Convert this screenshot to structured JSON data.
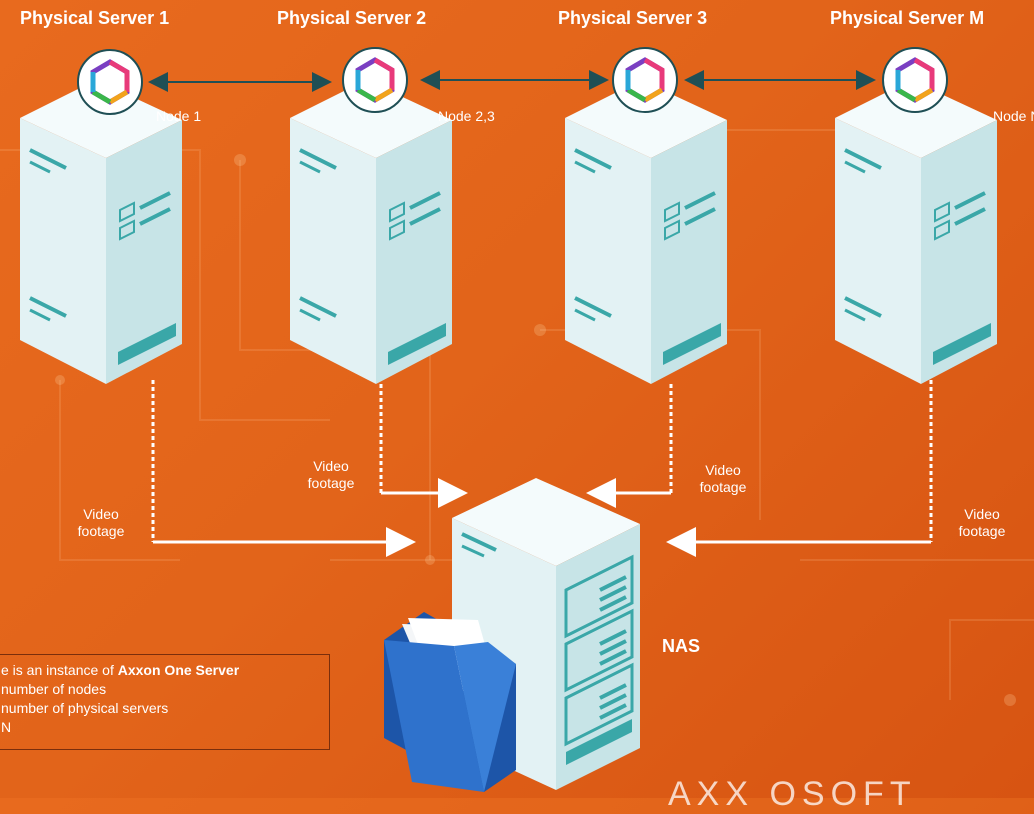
{
  "servers": [
    {
      "title": "Physical Server 1",
      "node": "Node 1"
    },
    {
      "title": "Physical Server 2",
      "node": "Node 2,3"
    },
    {
      "title": "Physical Server 3",
      "node": ""
    },
    {
      "title": "Physical Server M",
      "node": "Node N"
    }
  ],
  "footage_label": [
    "Video",
    "footage"
  ],
  "nas_label": "NAS",
  "legend": {
    "line1_prefix": "e is an instance of ",
    "line1_bold": "Axxon One Server",
    "line2": "number of nodes",
    "line3": "number of physical servers",
    "line4": "N"
  },
  "brand": "AXX   OSOFT",
  "colors": {
    "background": "#e2641a",
    "server_body": "#dff1f3",
    "server_accent": "#3aa7a8",
    "arrow_dark": "#1f4f55",
    "folder": "#2f6fc4"
  },
  "icons": [
    "server-icon",
    "node-hexagon-icon",
    "nas-icon",
    "folder-icon"
  ]
}
